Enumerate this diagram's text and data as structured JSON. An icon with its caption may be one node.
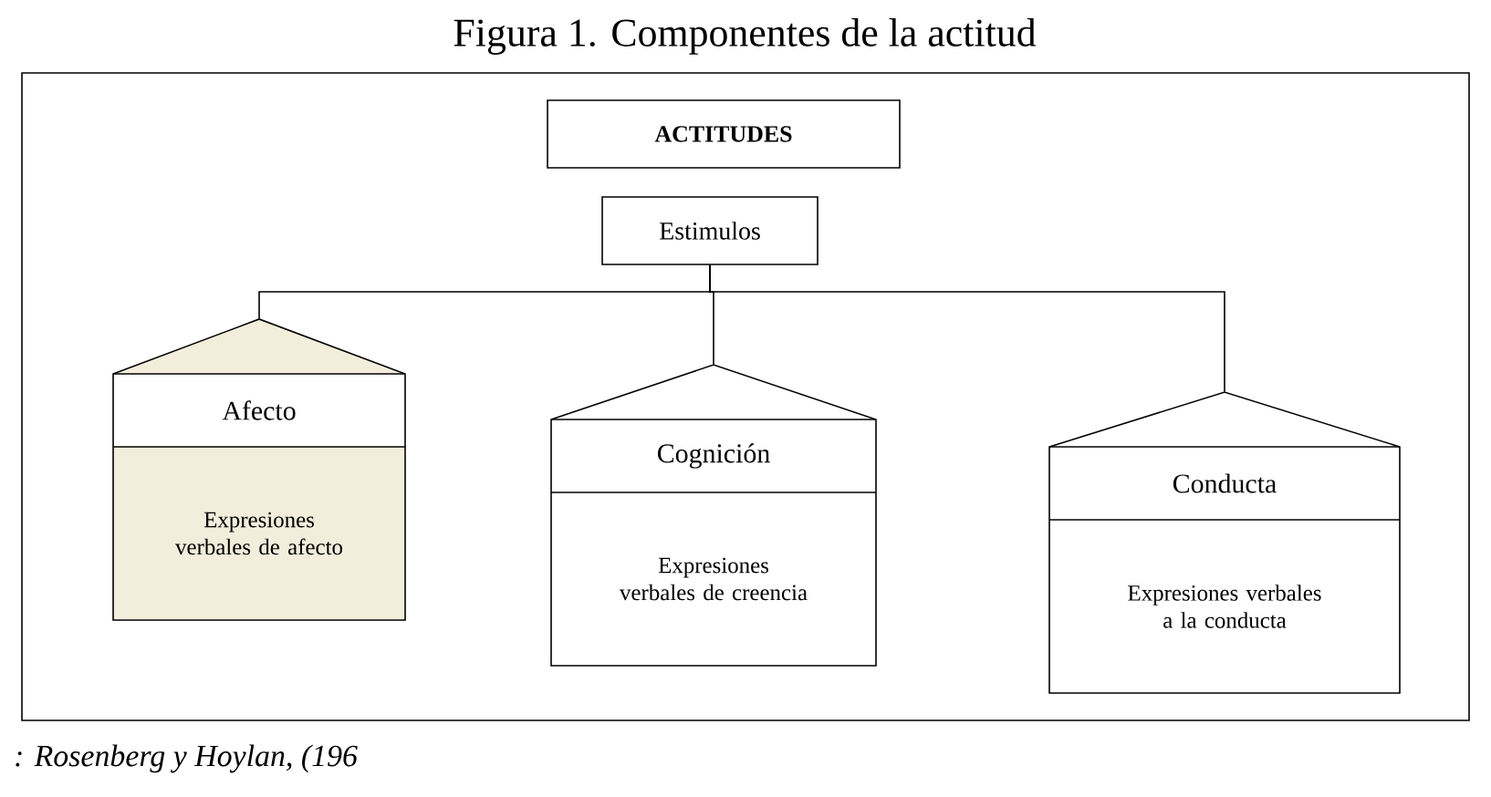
{
  "diagram": {
    "title": "Figura 1. Componentes de la actitud",
    "caption": ": Rosenberg y Hoylan, (196",
    "nodes": [
      {
        "text": [
          "ACTITUDES"
        ]
      },
      {
        "text": [
          "Estimulos"
        ]
      },
      {
        "text": [
          "Afecto",
          "Expresiones verbales de afecto"
        ]
      },
      {
        "text": [
          "Cognición",
          "Expresiones verbales de creencia"
        ]
      },
      {
        "text": [
          "Conducta",
          "Expresiones verbales a la conducta"
        ]
      }
    ],
    "edges": [
      {
        "from": 1,
        "to": 2,
        "arrow": "none"
      },
      {
        "from": 1,
        "to": 3,
        "arrow": "none"
      },
      {
        "from": 1,
        "to": 4,
        "arrow": "none"
      }
    ]
  }
}
